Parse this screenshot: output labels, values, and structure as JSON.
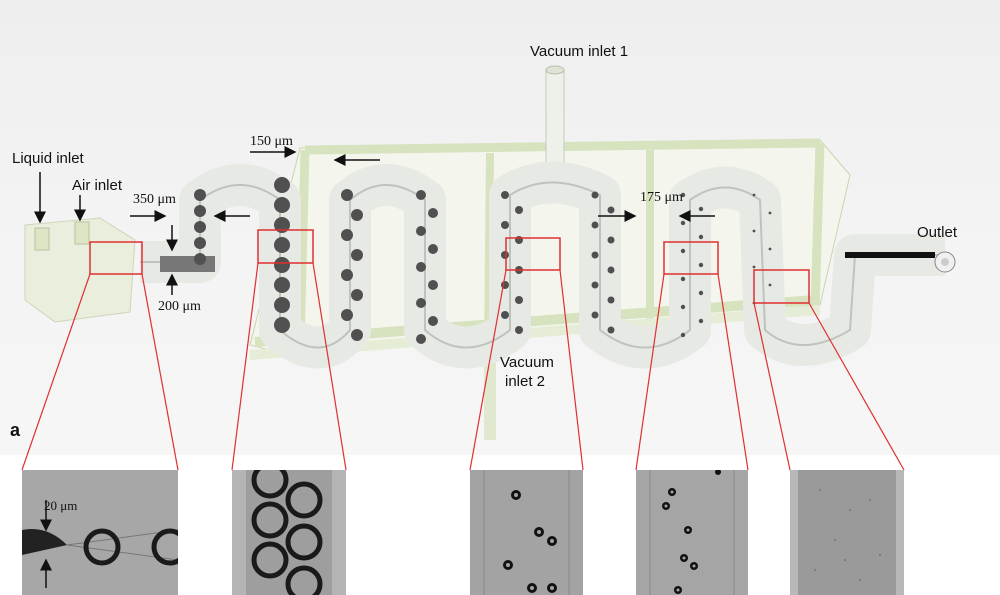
{
  "labels": {
    "liquid_inlet": "Liquid inlet",
    "air_inlet": "Air inlet",
    "vacuum_inlet_1": "Vacuum inlet 1",
    "vacuum_inlet_2_line1": "Vacuum",
    "vacuum_inlet_2_line2": "inlet 2",
    "outlet": "Outlet",
    "panel_letter": "a"
  },
  "dimensions": {
    "d150": "150 μm",
    "d350": "350 μm",
    "d200": "200 μm",
    "d175": "175 μm",
    "d20": "20 μm"
  },
  "colors": {
    "zoom_box": "#e03030",
    "device_frame": "#dfe8cc",
    "bubble": "#505050",
    "micrograph_bg": "#a9a9a9"
  },
  "micrographs": [
    {
      "name": "micrograph-nozzle",
      "content": "bubble generation at nozzle"
    },
    {
      "name": "micrograph-large-bubbles",
      "content": "large bubbles"
    },
    {
      "name": "micrograph-mid-bubbles",
      "content": "medium bubbles"
    },
    {
      "name": "micrograph-small-bubbles",
      "content": "small bubbles"
    },
    {
      "name": "micrograph-outlet",
      "content": "near-dissolved bubbles"
    }
  ]
}
